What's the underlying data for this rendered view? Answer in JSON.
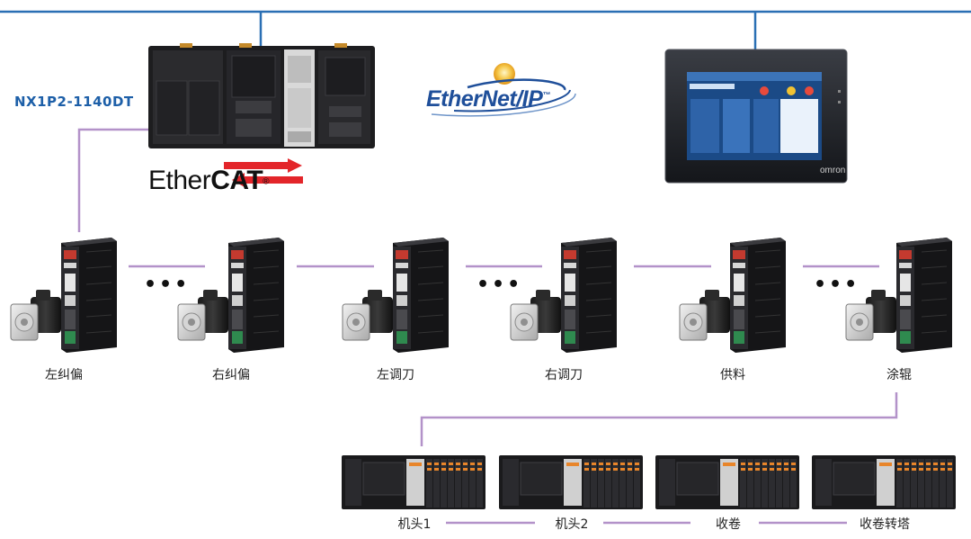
{
  "plc": {
    "model": "NX1P2-1140DT"
  },
  "protocols": {
    "ethercat_plain": "Ether",
    "ethercat_bold": "CAT",
    "ethercat_reg": "®",
    "ethernet_ip": "EtherNet/IP",
    "ethernet_ip_tm": "™"
  },
  "hmi": {
    "brand": "omron"
  },
  "servo_axes": [
    {
      "label": "左纠偏"
    },
    {
      "label": "右纠偏"
    },
    {
      "label": "左调刀"
    },
    {
      "label": "右调刀"
    },
    {
      "label": "供料"
    },
    {
      "label": "涂辊"
    }
  ],
  "ellipsis": "•••",
  "remote_io": [
    {
      "label": "机头1"
    },
    {
      "label": "机头2"
    },
    {
      "label": "收卷"
    },
    {
      "label": "收卷转塔"
    }
  ],
  "colors": {
    "ethernet_line": "#2a6fb4",
    "ethercat_line": "#b392c9",
    "ethercat_red": "#e3252a",
    "eip_blue": "#1f4f9a"
  }
}
